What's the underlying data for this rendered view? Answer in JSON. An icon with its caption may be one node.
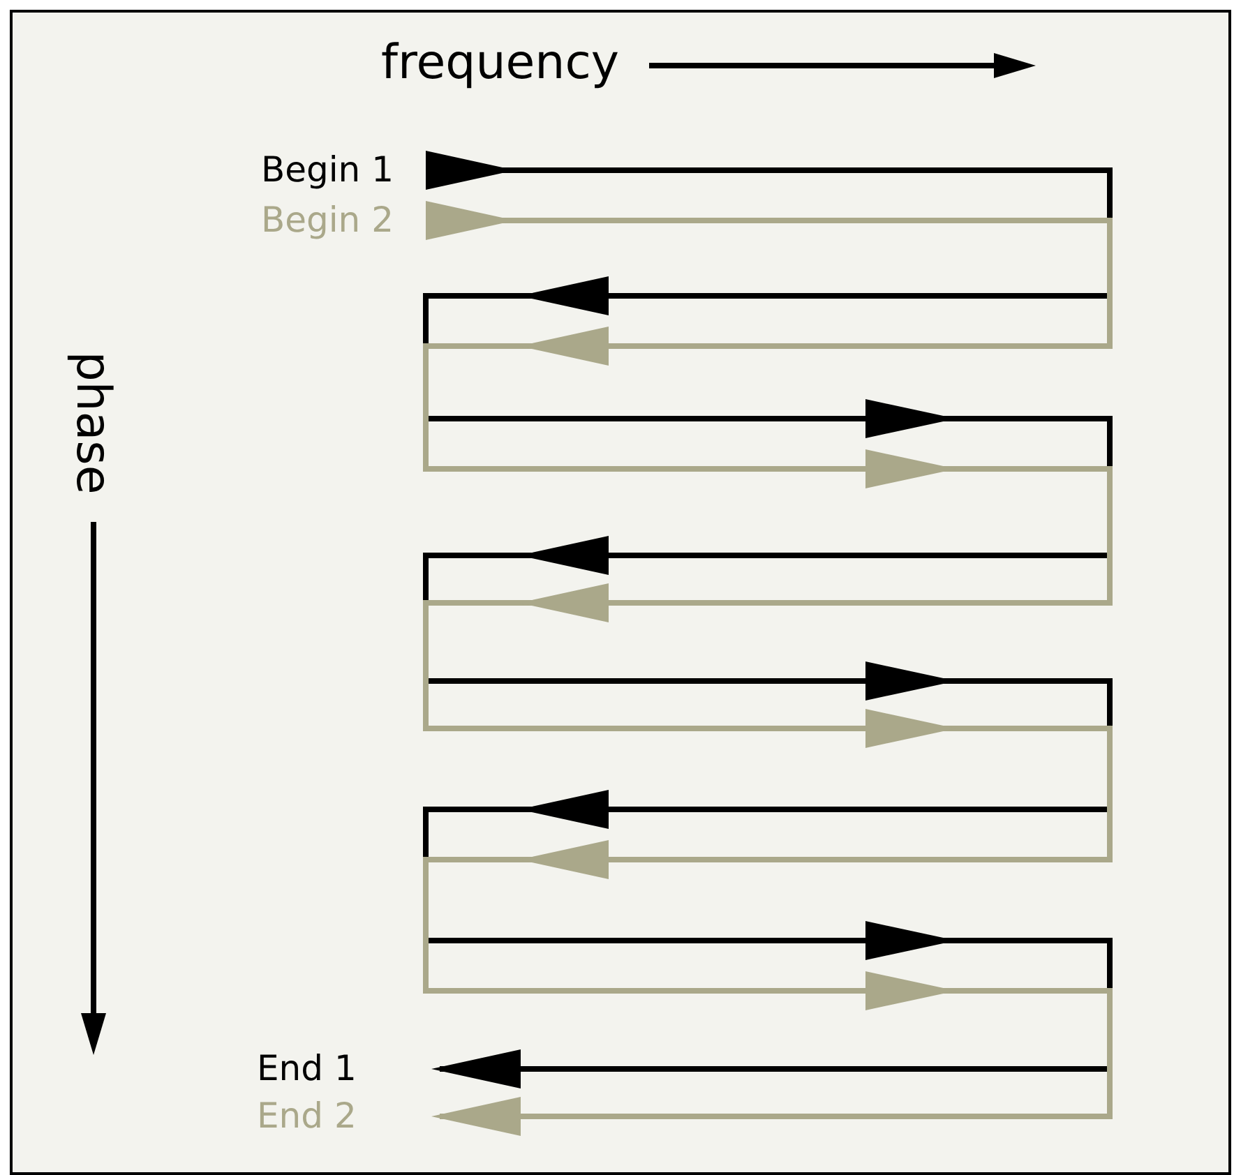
{
  "diagram": {
    "nodes": [
      {
        "text": [
          "Begin 1"
        ]
      },
      {
        "text": [
          "Begin 2"
        ]
      },
      {
        "text": [
          "End 1"
        ]
      },
      {
        "text": [
          "End 2"
        ]
      }
    ],
    "edges": [
      {
        "from": 0,
        "to": 2,
        "arrow": "to"
      },
      {
        "from": 1,
        "to": 3,
        "arrow": "to",
        "color": "#aaa88a"
      }
    ],
    "labels": [
      "frequency",
      "phase"
    ]
  }
}
